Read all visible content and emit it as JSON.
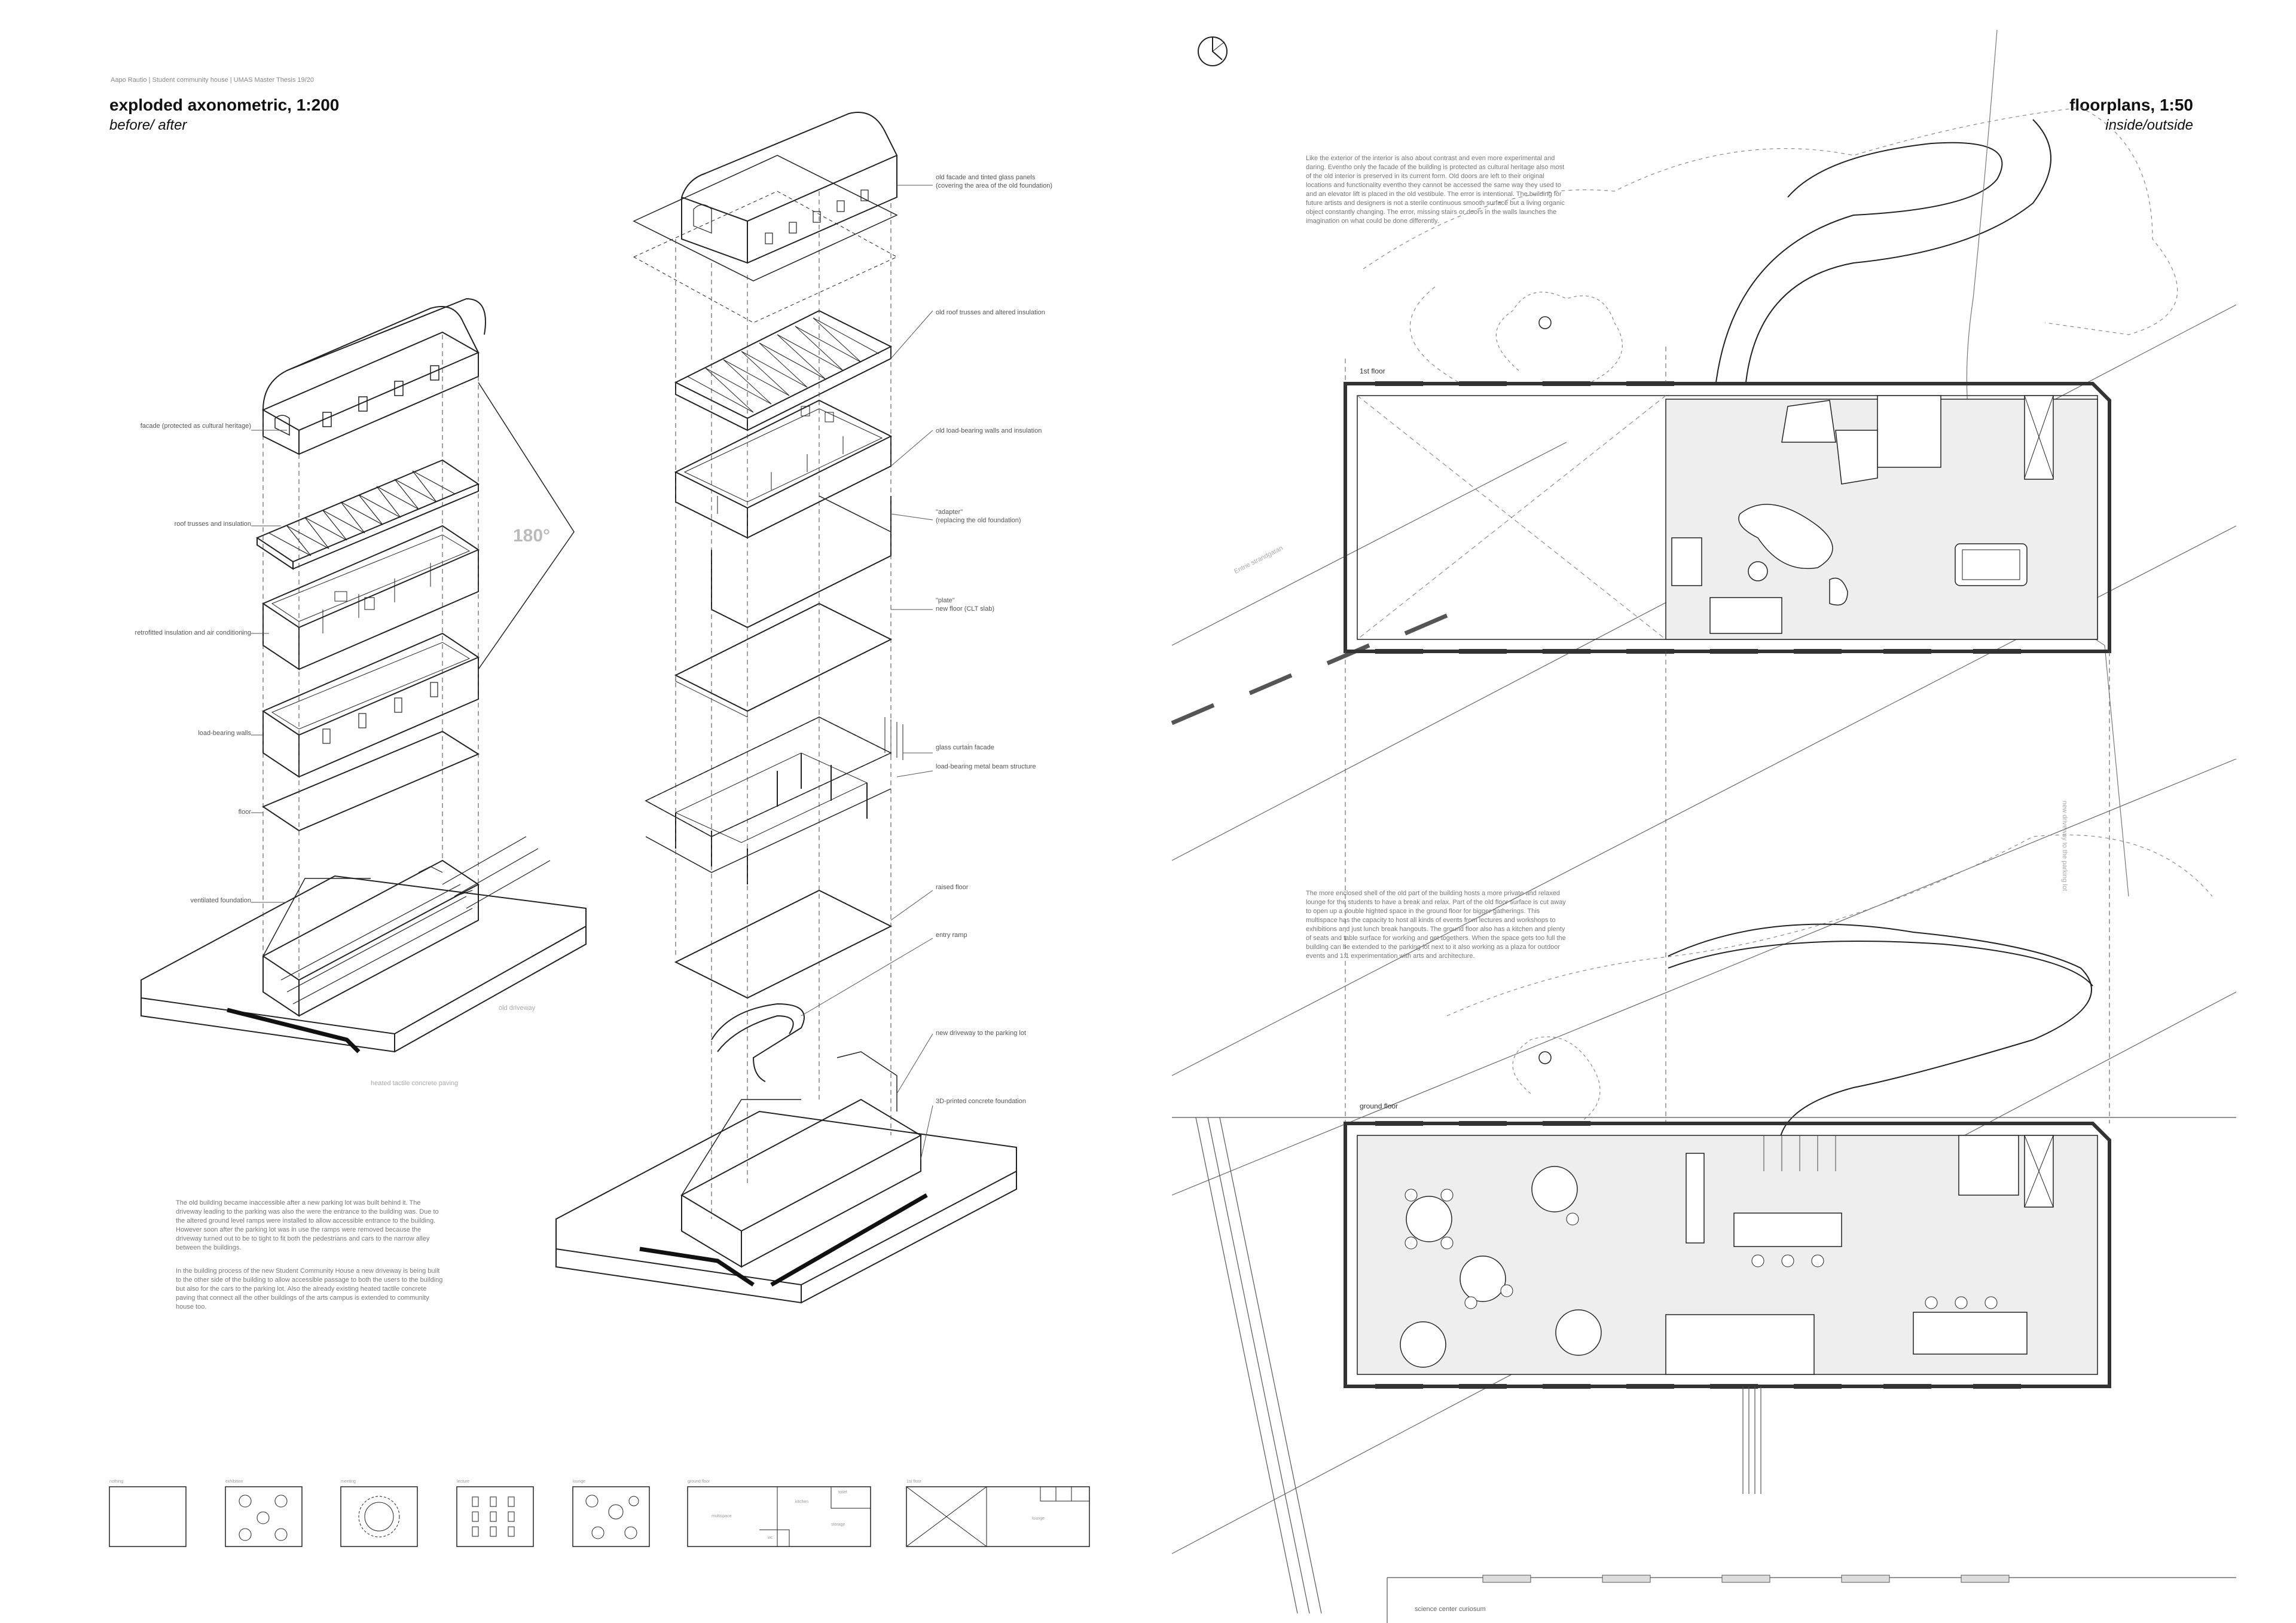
{
  "header": {
    "credit": "Aapo Rautio | Student community house | UMAS Master Thesis 19/20",
    "left_title": "exploded axonometric, 1:200",
    "left_subtitle": "before/ after",
    "right_title": "floorplans, 1:50",
    "right_subtitle": "inside/outside"
  },
  "before_labels": [
    "facade (protected as cultural heritage)",
    "roof trusses and insulation",
    "retrofitted insulation and air conditioning",
    "load-bearing walls",
    "floor",
    "ventilated foundation"
  ],
  "before_ground_labels": {
    "old_driveway": "old driveway",
    "tactile_paving": "heated tactile concrete paving"
  },
  "rotation_label": "180°",
  "after_labels": [
    "old facade and tinted glass panels\n(covering the area of the old foundation)",
    "old roof trusses and altered insulation",
    "old load-bearing walls and insulation",
    "\"adapter\"\n(replacing the old foundation)",
    "\"plate\"\nnew floor (CLT slab)",
    "glass curtain facade",
    "load-bearing metal beam structure",
    "raised floor",
    "entry ramp",
    "new driveway to the parking lot",
    "3D-printed concrete foundation"
  ],
  "paragraphs": {
    "bottom_left_1": "The old building became inaccessible after a new parking lot was built behind it. The driveway leading to the parking was also the were the entrance to the building was. Due to the altered ground level ramps were installed to allow accessible entrance to the building. However soon after the parking lot was in use the ramps were removed because the driveway turned out to be to tight to fit both the pedestrians and cars to the narrow alley between the buildings.",
    "bottom_left_2": "In the building process of the new Student Community House a new driveway is being built to the other side of the building to allow accessible passage to both the users to the building but also for the cars to the parking lot. Also the already existing heated tactile concrete paving that connect all the other buildings of the arts campus is extended to community house too.",
    "top_right": "Like the exterior of the interior is also about contrast and even more experimental and daring. Eventho only the facade of the building is protected as cultural heritage also most of the old interior is preserved in its current form. Old doors are left to their original locations and functionality eventho they cannot be accessed the same way they used to and an elevator lift is placed in the old vestibule. The error is intentional. The building for future artists and designers is not a sterile continuous smooth surface but a living organic object constantly changing. The error, missing stairs or doors in the walls launches the imagination on what could be done differently.",
    "mid_right": "The more enclosed shell of the old part of the building hosts a more private and relaxed lounge for the students to have a break and relax. Part of the old floor surface is cut away to open up a double highted space in the ground floor for bigger gatherings. This multispace has the capacity to host all kinds of events from lectures and workshops to exhibitions and just lunch break hangouts. The ground floor also has a kitchen and plenty of seats and table surface for working and get togethers. When the space gets too full the building can be extended to the parking lot next to it also working as a plaza for outdoor events and 1:1 experimentation with arts and architecture."
  },
  "plan_labels": {
    "first_floor": "1st floor",
    "ground_floor": "ground floor",
    "street": "Entrie strandgatan",
    "driveway": "new driveway to the parking lot",
    "science_center": "science center curiosum"
  },
  "usage_icons": [
    {
      "name": "nothing",
      "caption": "nothing"
    },
    {
      "name": "exhibition",
      "caption": "exhibition"
    },
    {
      "name": "meeting",
      "caption": "meeting"
    },
    {
      "name": "lecture",
      "caption": "lecture"
    },
    {
      "name": "lounge",
      "caption": "lounge"
    },
    {
      "name": "ground-floor",
      "caption": "ground floor",
      "rooms": [
        "multispace",
        "kitchen",
        "storage",
        "toilet",
        "wc"
      ]
    },
    {
      "name": "first-floor",
      "caption": "1st floor",
      "rooms": [
        "lounge"
      ]
    }
  ]
}
